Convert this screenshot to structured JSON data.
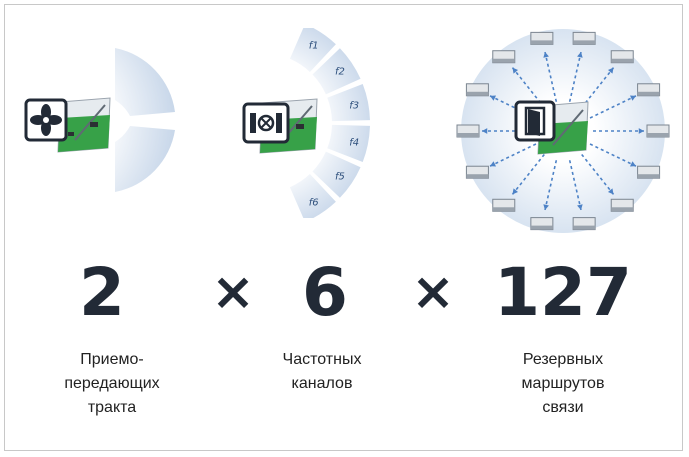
{
  "colors": {
    "dark": "#222a36",
    "wave": "#c4d4e8",
    "board": "#37a148",
    "board_light": "#e8ecef",
    "arrow": "#4d82c6"
  },
  "items": [
    {
      "number": "2",
      "caption": "Приемо-\nпередающих\nтракта",
      "icon": "fan-icon"
    },
    {
      "number": "6",
      "caption": "Частотных\nканалов",
      "icon": "channel-icon"
    },
    {
      "number": "127",
      "caption": "Резервных\nмаршрутов\nсвязи",
      "icon": "door-icon"
    }
  ],
  "channel_labels": [
    "f1",
    "f2",
    "f3",
    "f4",
    "f5",
    "f6"
  ],
  "operator": "×"
}
